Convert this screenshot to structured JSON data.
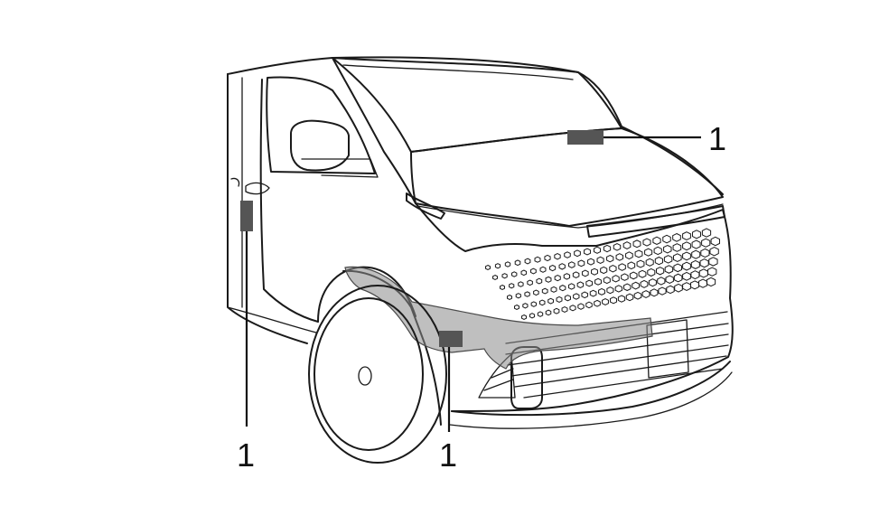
{
  "callouts": {
    "windshield": "1",
    "door": "1",
    "bumper": "1"
  },
  "colors": {
    "line": "#1a1a1a",
    "sensor_mark": "#555555",
    "highlight": "#8a8a8a"
  }
}
